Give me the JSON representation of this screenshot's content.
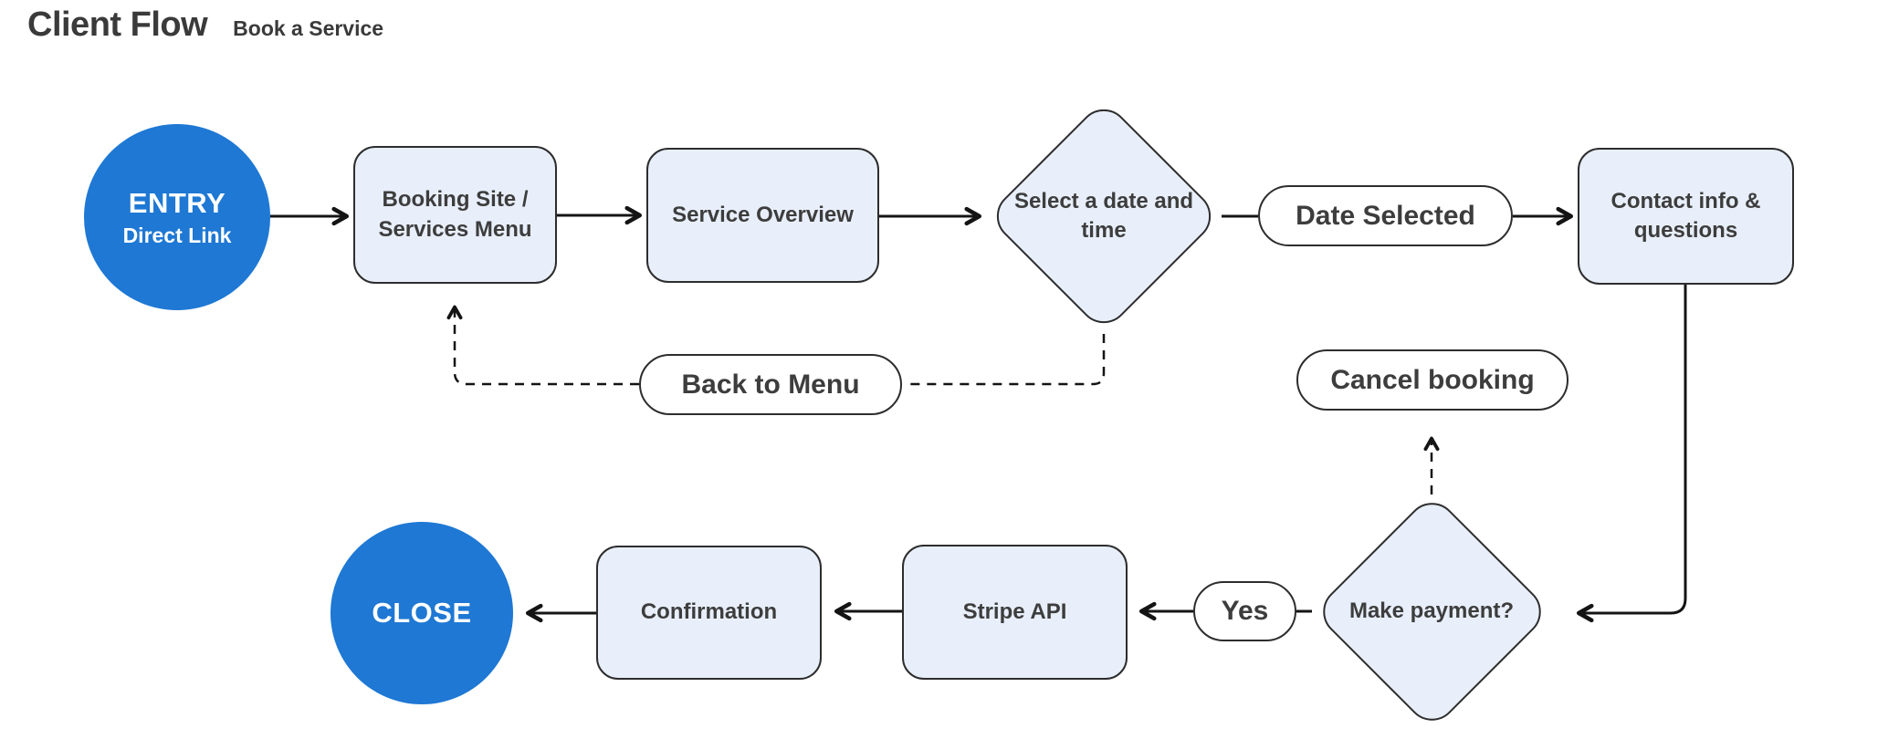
{
  "header": {
    "title": "Client Flow",
    "subtitle": "Book a Service"
  },
  "colors": {
    "accent_blue": "#1e78d4",
    "node_fill": "#e8effb",
    "node_border": "#2d2d2d",
    "text": "#3d3d3d",
    "line": "#141414"
  },
  "nodes": {
    "entry": {
      "type": "terminator",
      "label": "ENTRY",
      "sublabel": "Direct Link"
    },
    "booking_site": {
      "type": "process",
      "label": "Booking Site / Services Menu"
    },
    "service_overview": {
      "type": "process",
      "label": "Service Overview"
    },
    "select_date": {
      "type": "decision",
      "label": "Select a date and time"
    },
    "date_selected": {
      "type": "flow-label",
      "label": "Date Selected"
    },
    "contact_info": {
      "type": "process",
      "label": "Contact info & questions"
    },
    "back_to_menu": {
      "type": "flow-label",
      "label": "Back to Menu"
    },
    "cancel_booking": {
      "type": "flow-label",
      "label": "Cancel booking"
    },
    "make_payment": {
      "type": "decision",
      "label": "Make payment?"
    },
    "yes": {
      "type": "flow-label",
      "label": "Yes"
    },
    "stripe_api": {
      "type": "process",
      "label": "Stripe API"
    },
    "confirmation": {
      "type": "process",
      "label": "Confirmation"
    },
    "close": {
      "type": "terminator",
      "label": "CLOSE"
    }
  },
  "edges": [
    {
      "from": "entry",
      "to": "booking_site",
      "style": "solid-arrow"
    },
    {
      "from": "booking_site",
      "to": "service_overview",
      "style": "solid-arrow"
    },
    {
      "from": "service_overview",
      "to": "select_date",
      "style": "solid-arrow"
    },
    {
      "from": "select_date",
      "to": "date_selected",
      "style": "solid-line"
    },
    {
      "from": "date_selected",
      "to": "contact_info",
      "style": "solid-arrow"
    },
    {
      "from": "contact_info",
      "to": "make_payment",
      "style": "solid-arrow"
    },
    {
      "from": "make_payment",
      "to": "yes",
      "style": "solid-line"
    },
    {
      "from": "yes",
      "to": "stripe_api",
      "style": "solid-arrow"
    },
    {
      "from": "stripe_api",
      "to": "confirmation",
      "style": "solid-arrow"
    },
    {
      "from": "confirmation",
      "to": "close",
      "style": "solid-arrow"
    },
    {
      "from": "select_date",
      "to": "back_to_menu",
      "style": "dashed-line"
    },
    {
      "from": "back_to_menu",
      "to": "booking_site",
      "style": "dashed-arrow"
    },
    {
      "from": "make_payment",
      "to": "cancel_booking",
      "style": "dashed-arrow"
    }
  ]
}
